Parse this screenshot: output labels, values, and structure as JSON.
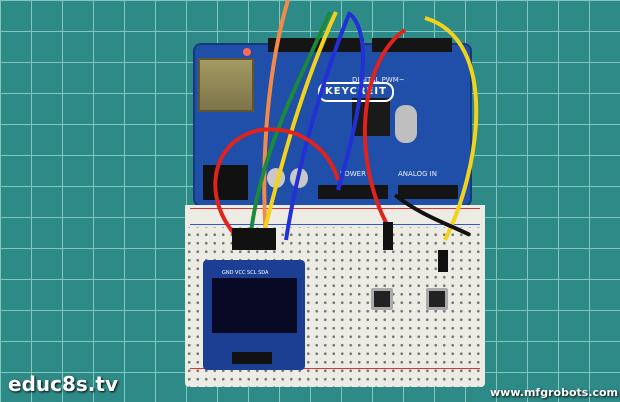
{
  "watermark_left": "educ8s.tv",
  "watermark_right": "www.mfgrobots.com",
  "board": {
    "brand": "KEYCREIT",
    "digital_label": "DIGITAL PWM~",
    "analog_label": "ANALOG IN",
    "power_label": "POWER"
  },
  "oled": {
    "pin_labels": "GND VCC SCL SDA"
  },
  "wire_colors": {
    "red": "#e0231c",
    "orange": "#f28a4a",
    "green": "#1b8a3a",
    "yellow": "#f2d21a",
    "blue": "#2230d8",
    "black": "#111111"
  }
}
